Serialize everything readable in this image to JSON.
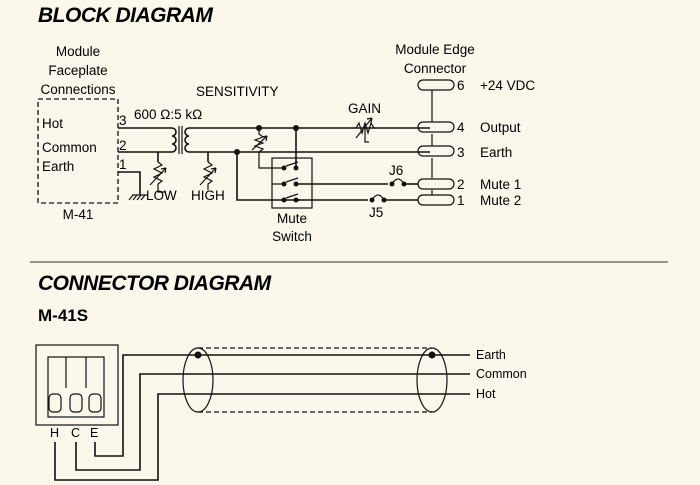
{
  "block_diagram": {
    "title": "BLOCK DIAGRAM",
    "faceplate_title_lines": [
      "Module",
      "Faceplate",
      "Connections"
    ],
    "faceplate_labels": [
      "Hot",
      "Common",
      "Earth"
    ],
    "faceplate_pins": [
      "3",
      "2",
      "1"
    ],
    "faceplate_model": "M-41",
    "transformer_label": "600 Ω:5 kΩ",
    "sensitivity_label": "SENSITIVITY",
    "low_label": "LOW",
    "high_label": "HIGH",
    "gain_label": "GAIN",
    "mute_switch_lines": [
      "Mute",
      "Switch"
    ],
    "edge_connector_title_lines": [
      "Module Edge",
      "Connector"
    ],
    "jumpers": [
      "J6",
      "J5"
    ],
    "edge_pins": [
      {
        "num": "6",
        "label": "+24 VDC"
      },
      {
        "num": "4",
        "label": "Output"
      },
      {
        "num": "3",
        "label": "Earth"
      },
      {
        "num": "2",
        "label": "Mute 1"
      },
      {
        "num": "1",
        "label": "Mute 2"
      }
    ]
  },
  "connector_diagram": {
    "title": "CONNECTOR DIAGRAM",
    "model": "M-41S",
    "terminals": [
      "H",
      "C",
      "E"
    ],
    "wires": [
      "Earth",
      "Common",
      "Hot"
    ]
  }
}
